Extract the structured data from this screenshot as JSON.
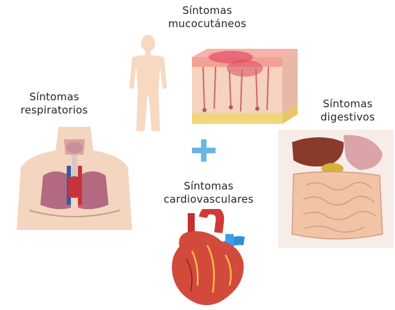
{
  "labels": {
    "mucocutaneous": {
      "line1": "Síntomas",
      "line2": "mucocutáneos"
    },
    "respiratory": {
      "line1": "Síntomas",
      "line2": "respiratorios"
    },
    "digestive": {
      "line1": "Síntomas",
      "line2": "digestivos"
    },
    "cardiovascular": {
      "line1": "Síntomas",
      "line2": "cardiovasculares"
    }
  },
  "colors": {
    "plus": "#6bb6e0",
    "skin": "#f6d7be",
    "text": "#262626"
  },
  "icons": {
    "body": "human-silhouette-icon",
    "skin": "skin-cross-section-icon",
    "lungs": "respiratory-system-icon",
    "digestive": "digestive-system-icon",
    "heart": "heart-icon",
    "plus": "plus-icon"
  }
}
